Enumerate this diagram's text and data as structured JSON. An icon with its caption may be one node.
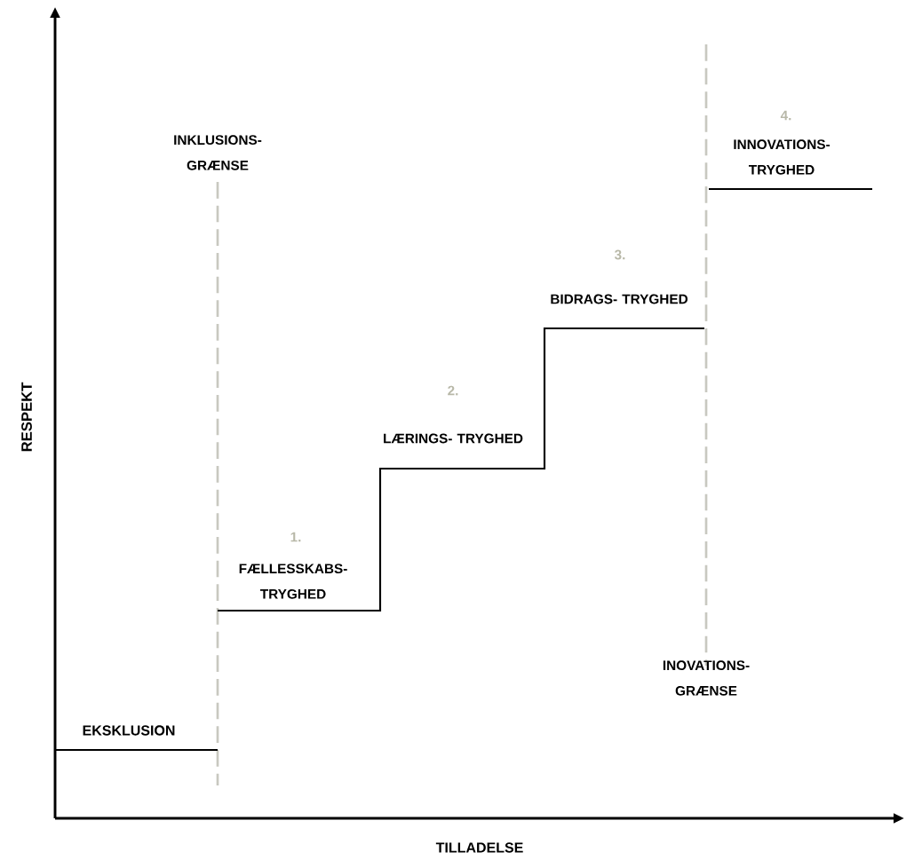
{
  "diagram": {
    "labels": [
      "INKLUSIONS- GRÆNSE",
      "4.",
      "INNOVATIONS- TRYGHED",
      "3.",
      "BIDRAGS- TRYGHED",
      "2.",
      "LÆRINGS- TRYGHED",
      "RESPEKT",
      "1.",
      "FÆLLESSKABS- TRYGHED",
      "INOVATIONS- GRÆNSE",
      "EKSKLUSION",
      "TILLADELSE"
    ]
  }
}
